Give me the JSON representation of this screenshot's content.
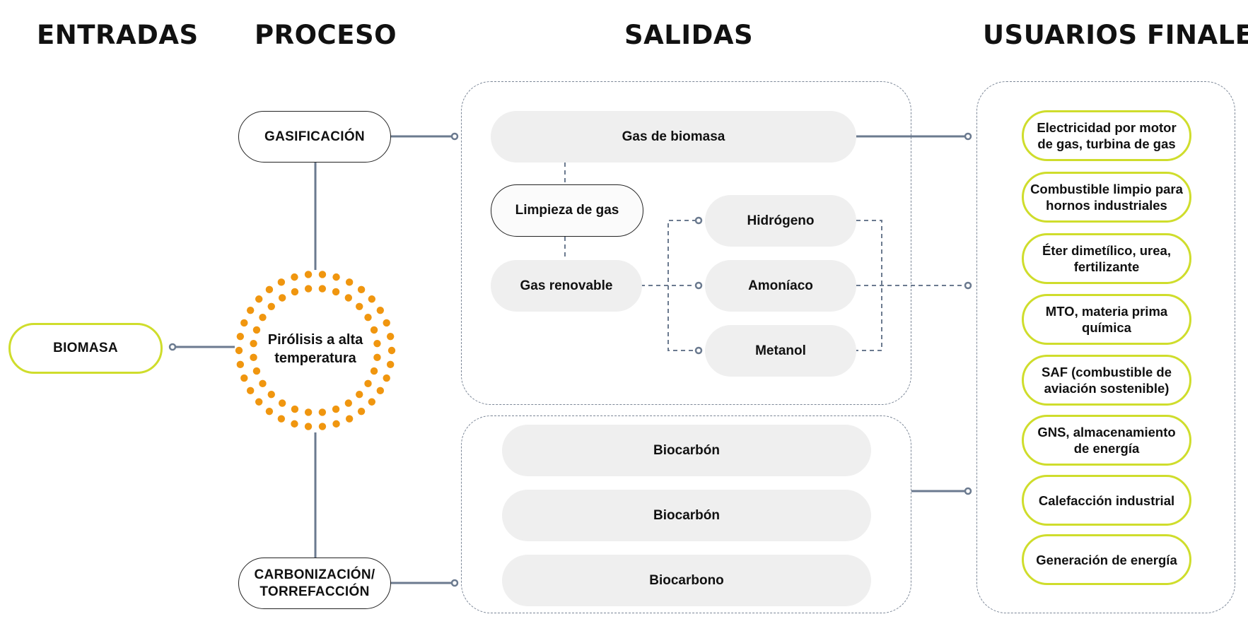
{
  "columns": {
    "inputs": "ENTRADAS",
    "process": "PROCESO",
    "outputs": "SALIDAS",
    "end_users": "USUARIOS FINALES"
  },
  "inputs": {
    "biomass": "BIOMASA"
  },
  "process": {
    "gasification": "GASIFICACIÓN",
    "pyrolysis": "Pirólisis a alta temperatura",
    "carbonization_line1": "CARBONIZACIÓN/",
    "carbonization_line2": "TORREFACCIÓN"
  },
  "outputs": {
    "gas_group": {
      "biomass_gas": "Gas de biomasa",
      "gas_cleaning": "Limpieza de gas",
      "renewable_gas": "Gas renovable",
      "hydrogen": "Hidrógeno",
      "ammonia": "Amoníaco",
      "methanol": "Metanol"
    },
    "solid_group": [
      {
        "label": "Biocarbón"
      },
      {
        "label": "Biocarbón"
      },
      {
        "label": "Biocarbono"
      }
    ]
  },
  "end_users": [
    {
      "label": "Electricidad por motor de gas, turbina de gas"
    },
    {
      "label": "Combustible limpio para hornos industriales"
    },
    {
      "label": "Éter dimetílico, urea, fertilizante"
    },
    {
      "label": "MTO, materia prima química"
    },
    {
      "label": "SAF (combustible de aviación sostenible)"
    },
    {
      "label": "GNS, almacenamiento de energía"
    },
    {
      "label": "Calefacción industrial"
    },
    {
      "label": "Generación de energía"
    }
  ],
  "colors": {
    "lime_border": "#cfdd2c",
    "connector": "#6b7a8f",
    "pyrolysis_dots": "#f0960f",
    "gray_pill": "#efefef"
  }
}
